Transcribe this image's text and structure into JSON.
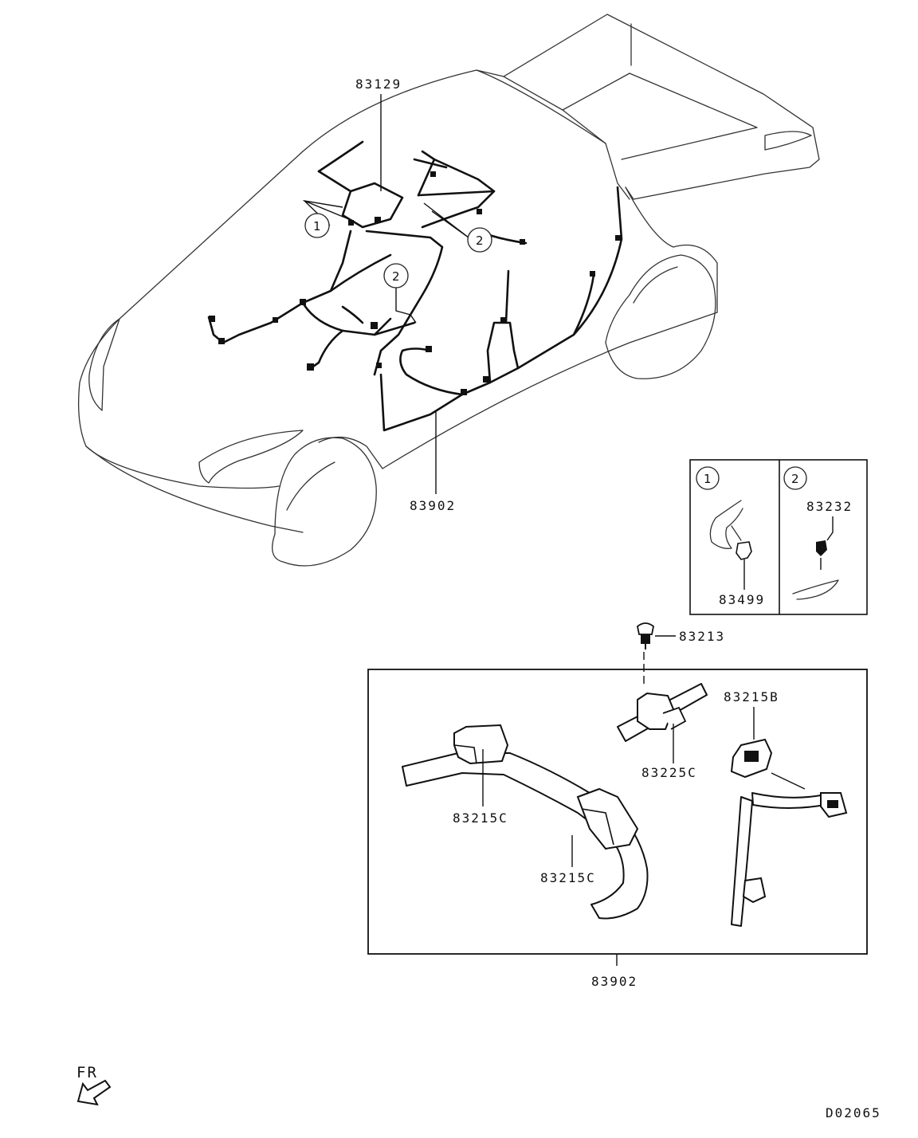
{
  "parts": {
    "harness_top": "83129",
    "harness_main": "83902",
    "harness_bottom": "83902",
    "clip_detail_1": "83499",
    "clip_detail_2": "83232",
    "screw": "83213",
    "clamp_a": "83225C",
    "clamp_b": "83215B",
    "clamp_c1": "83215C",
    "clamp_c2": "83215C"
  },
  "callouts": {
    "one": "1",
    "two": "2"
  },
  "direction_label": "FR",
  "diagram_code": "D02065",
  "colors": {
    "line": "#111111",
    "outline": "#333333",
    "background": "#ffffff"
  }
}
